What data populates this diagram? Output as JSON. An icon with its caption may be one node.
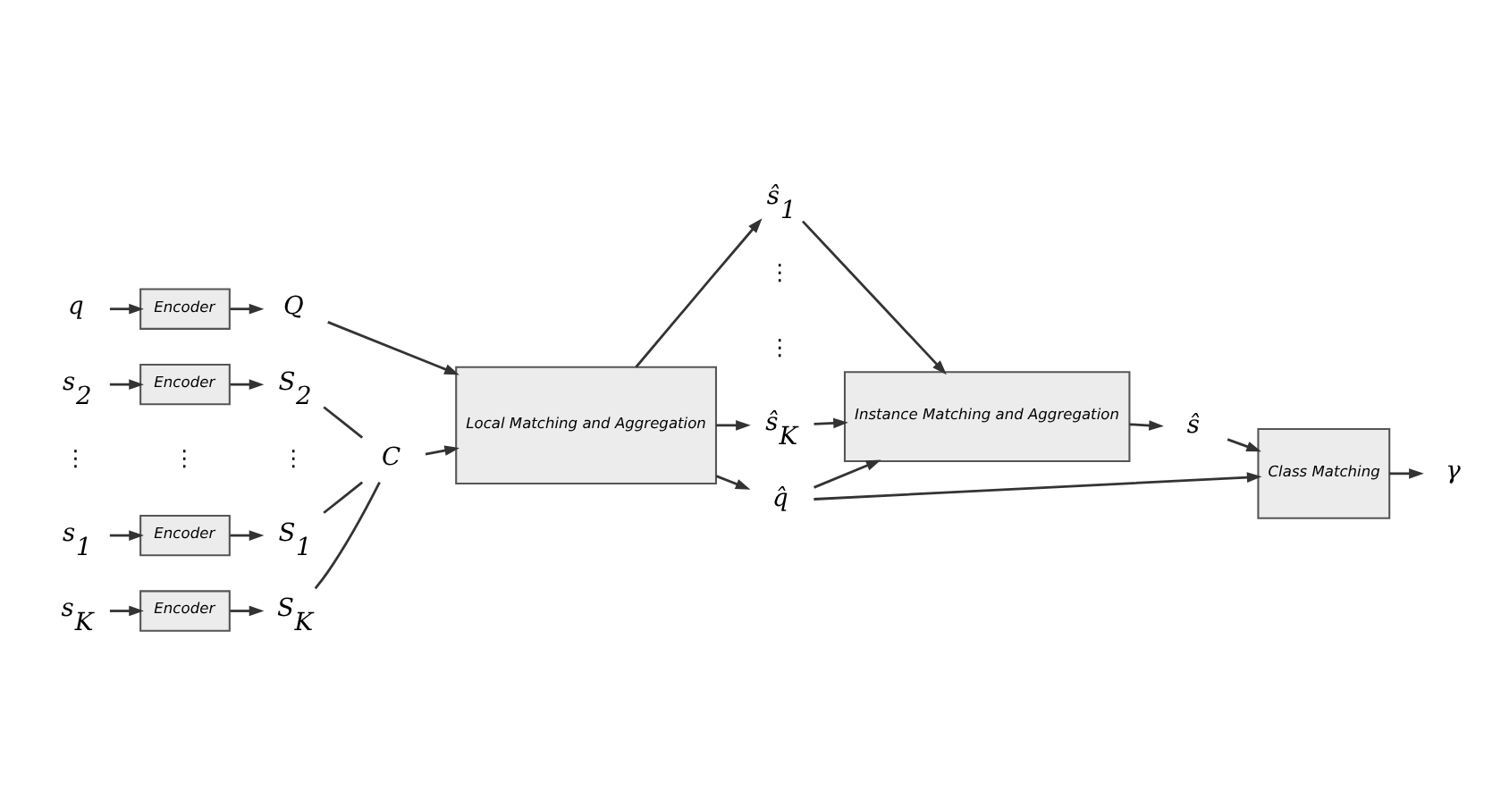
{
  "diagram": {
    "nodes": [
      {
        "text": [
          "s$_{1}$"
        ]
      },
      {
        "text": [
          "Encoder"
        ]
      },
      {
        "text": [
          "S$_{1}$"
        ]
      },
      {
        "text": [
          "s$_{2}$"
        ]
      },
      {
        "text": [
          "Encoder"
        ]
      },
      {
        "text": [
          "S$_{2}$"
        ]
      },
      {
        "text": [
          "s$_{K}$"
        ]
      },
      {
        "text": [
          "Encoder"
        ]
      },
      {
        "text": [
          "S$_{K}$"
        ]
      },
      {
        "text": [
          "q"
        ]
      },
      {
        "text": [
          "Encoder"
        ]
      },
      {
        "text": [
          "Q"
        ]
      },
      {
        "text": [
          "C"
        ]
      },
      {
        "text": [
          "Local Matching and Aggregation"
        ]
      },
      {
        "text": [
          "ŝ$_{1}$"
        ]
      },
      {
        "text": [
          "ŝ$_{K}$"
        ]
      },
      {
        "text": [
          "q̂"
        ]
      },
      {
        "text": [
          "Instance Matching and Aggregation"
        ]
      },
      {
        "text": [
          "ŝ"
        ]
      },
      {
        "text": [
          "Class Matching"
        ]
      },
      {
        "text": [
          "γ"
        ]
      }
    ],
    "edges": [
      {
        "from": 0,
        "to": 1,
        "arrow": "to"
      },
      {
        "from": 1,
        "to": 2,
        "arrow": "to"
      },
      {
        "from": 3,
        "to": 4,
        "arrow": "to"
      },
      {
        "from": 4,
        "to": 5,
        "arrow": "to"
      },
      {
        "from": 6,
        "to": 7,
        "arrow": "to"
      },
      {
        "from": 7,
        "to": 8,
        "arrow": "to"
      },
      {
        "from": 9,
        "to": 10,
        "arrow": "to"
      },
      {
        "from": 10,
        "to": 11,
        "arrow": "to"
      },
      {
        "from": 2,
        "to": 12,
        "arrow": "none"
      },
      {
        "from": 5,
        "to": 12,
        "arrow": "none"
      },
      {
        "from": 8,
        "to": 12,
        "arrow": "none"
      },
      {
        "from": 12,
        "to": 13,
        "arrow": "to"
      },
      {
        "from": 11,
        "to": 13,
        "arrow": "to"
      },
      {
        "from": 13,
        "to": 14,
        "arrow": "to"
      },
      {
        "from": 13,
        "to": 15,
        "arrow": "to"
      },
      {
        "from": 13,
        "to": 16,
        "arrow": "to"
      },
      {
        "from": 14,
        "to": 17,
        "arrow": "to"
      },
      {
        "from": 15,
        "to": 17,
        "arrow": "to"
      },
      {
        "from": 16,
        "to": 17,
        "arrow": "to"
      },
      {
        "from": 16,
        "to": 19,
        "arrow": "to"
      },
      {
        "from": 17,
        "to": 18,
        "arrow": "to"
      },
      {
        "from": 18,
        "to": 19,
        "arrow": "to"
      },
      {
        "from": 19,
        "to": 20,
        "arrow": "to"
      }
    ],
    "labels": [
      "⋮",
      "⋮",
      "⋮",
      "⋮",
      "⋮"
    ]
  }
}
